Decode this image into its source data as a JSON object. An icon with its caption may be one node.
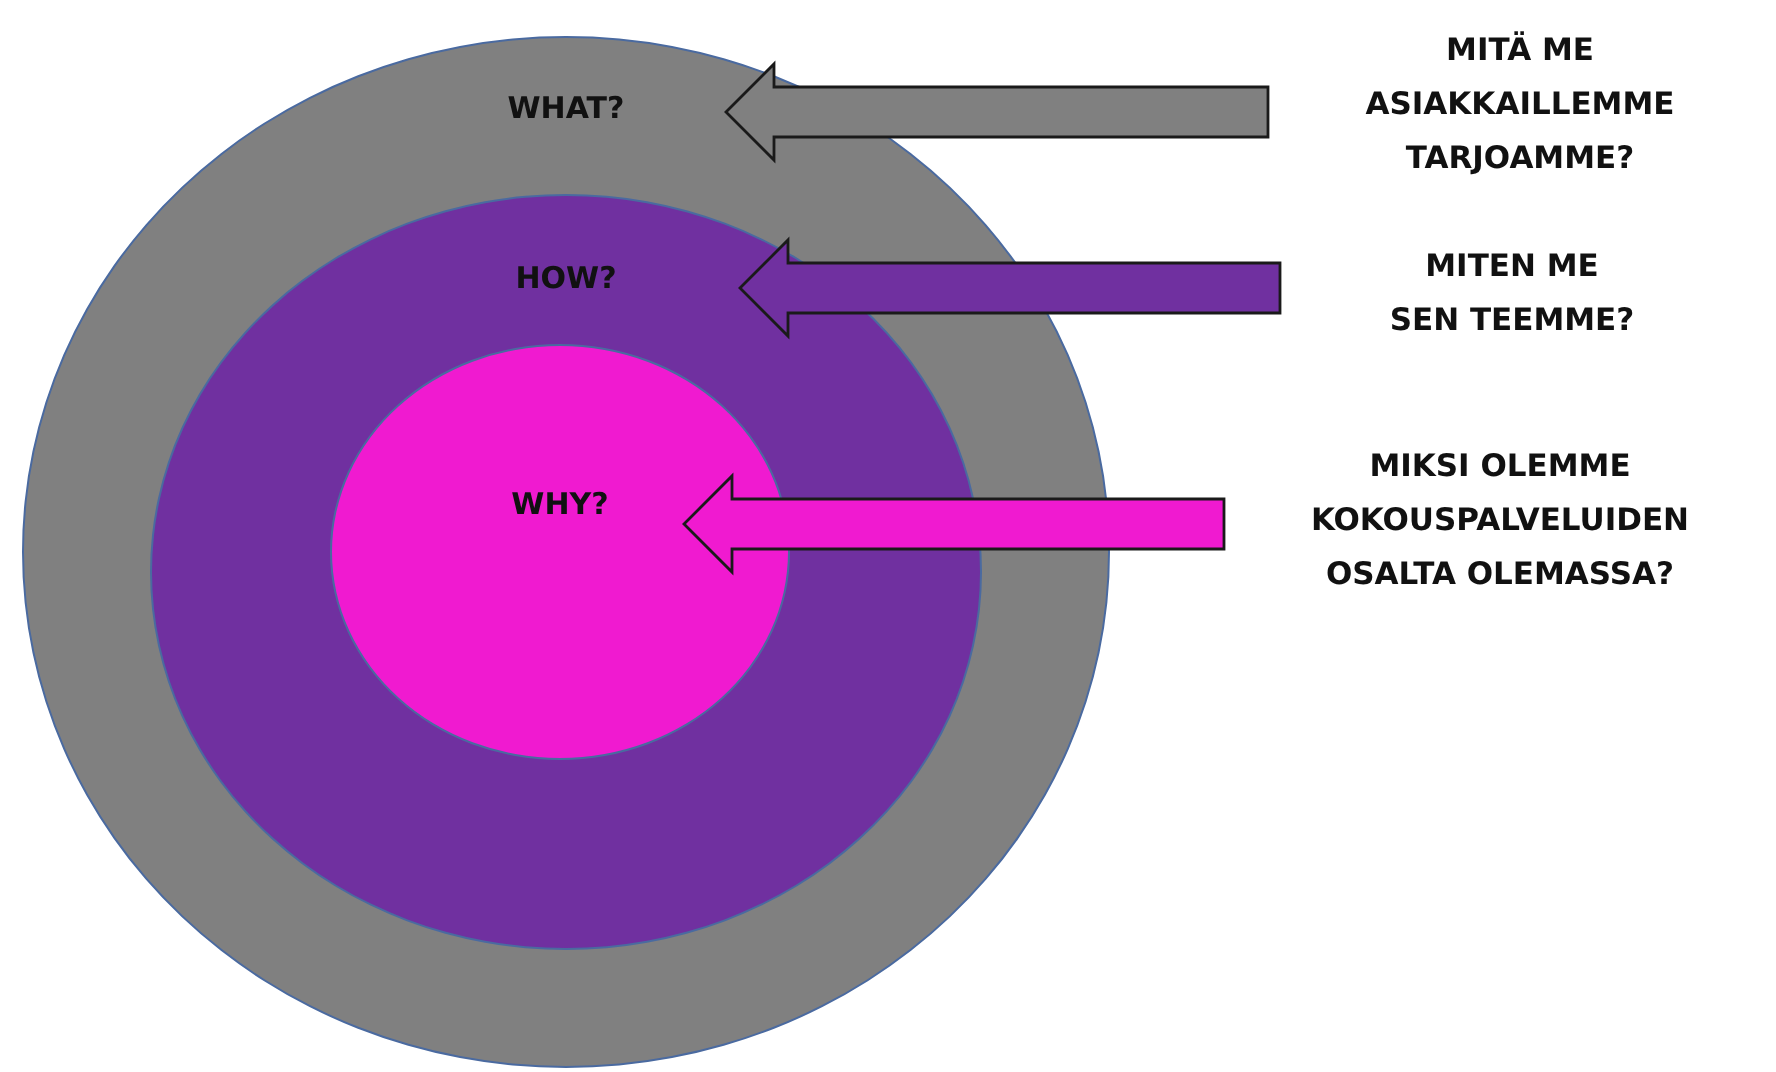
{
  "diagram": {
    "nodes": [
      {
        "text": [
          "WHAT?"
        ]
      },
      {
        "text": [
          "HOW?"
        ],
        "in": 0
      },
      {
        "text": [
          "WHY?"
        ],
        "in": 1
      },
      {
        "text": [
          "MITÄ ME ASIAKKAILLEMME TARJOAMME?"
        ]
      },
      {
        "text": [
          "MITEN ME SEN TEEMME?"
        ]
      },
      {
        "text": [
          "MIKSI OLEMME KOKOUSPALVELUIDEN OSALTA OLEMASSA?"
        ]
      }
    ],
    "edges": [
      {
        "from": 3,
        "to": 0,
        "arrow": "to",
        "style": "thick",
        "color": "#808080"
      },
      {
        "from": 4,
        "to": 1,
        "arrow": "to",
        "style": "thick",
        "color": "#7030a0"
      },
      {
        "from": 5,
        "to": 2,
        "arrow": "to",
        "style": "thick",
        "color": "#f01ad0"
      }
    ]
  }
}
